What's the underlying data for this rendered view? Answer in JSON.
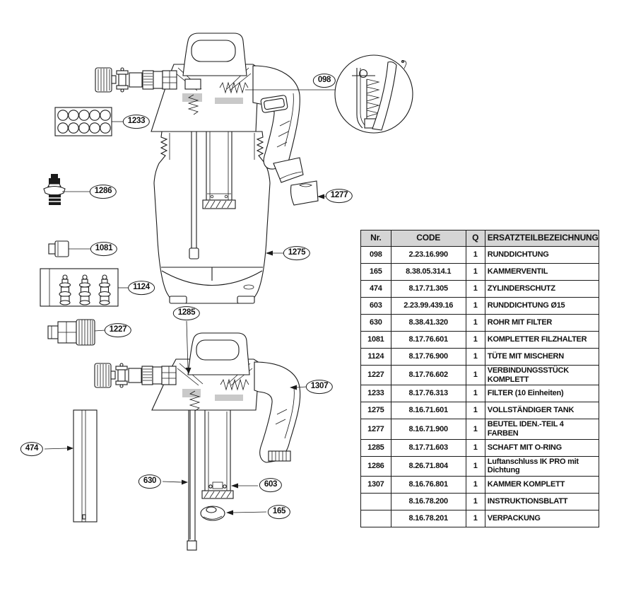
{
  "document": {
    "kind": "spare-parts-exploded-diagram",
    "background": "#ffffff",
    "line_color": "#1a1a1a",
    "header_bg": "#d5d5d5"
  },
  "callouts": {
    "c098": "098",
    "c165": "165",
    "c474": "474",
    "c603": "603",
    "c630": "630",
    "c1081": "1081",
    "c1124": "1124",
    "c1227": "1227",
    "c1233": "1233",
    "c1275": "1275",
    "c1277": "1277",
    "c1285": "1285",
    "c1286": "1286",
    "c1307": "1307"
  },
  "table": {
    "headers": {
      "nr": "Nr.",
      "code": "CODE",
      "q": "Q",
      "name": "ERSATZTEILBEZEICHNUNG"
    },
    "rows": [
      {
        "nr": "098",
        "code": "2.23.16.990",
        "q": "1",
        "name": "RUNDDICHTUNG"
      },
      {
        "nr": "165",
        "code": "8.38.05.314.1",
        "q": "1",
        "name": "KAMMERVENTIL"
      },
      {
        "nr": "474",
        "code": "8.17.71.305",
        "q": "1",
        "name": "ZYLINDERSCHUTZ"
      },
      {
        "nr": "603",
        "code": "2.23.99.439.16",
        "q": "1",
        "name": "RUNDDICHTUNG Ø15"
      },
      {
        "nr": "630",
        "code": "8.38.41.320",
        "q": "1",
        "name": "ROHR MIT FILTER"
      },
      {
        "nr": "1081",
        "code": "8.17.76.601",
        "q": "1",
        "name": "KOMPLETTER FILZHALTER"
      },
      {
        "nr": "1124",
        "code": "8.17.76.900",
        "q": "1",
        "name": "TÜTE MIT MISCHERN"
      },
      {
        "nr": "1227",
        "code": "8.17.76.602",
        "q": "1",
        "name": "VERBINDUNGSSTÜCK KOMPLETT"
      },
      {
        "nr": "1233",
        "code": "8.17.76.313",
        "q": "1",
        "name": "FILTER (10 Einheiten)"
      },
      {
        "nr": "1275",
        "code": "8.16.71.601",
        "q": "1",
        "name": "VOLLSTÄNDIGER TANK"
      },
      {
        "nr": "1277",
        "code": "8.16.71.900",
        "q": "1",
        "name": "BEUTEL IDEN.-TEIL 4 FARBEN"
      },
      {
        "nr": "1285",
        "code": "8.17.71.603",
        "q": "1",
        "name": "SCHAFT MIT O-RING"
      },
      {
        "nr": "1286",
        "code": "8.26.71.804",
        "q": "1",
        "name": "Luftanschluss IK PRO mit Dichtung"
      },
      {
        "nr": "1307",
        "code": "8.16.76.801",
        "q": "1",
        "name": "KAMMER KOMPLETT"
      },
      {
        "nr": "",
        "code": "8.16.78.200",
        "q": "1",
        "name": "INSTRUKTIONSBLATT"
      },
      {
        "nr": "",
        "code": "8.16.78.201",
        "q": "1",
        "name": "VERPACKUNG"
      }
    ]
  }
}
